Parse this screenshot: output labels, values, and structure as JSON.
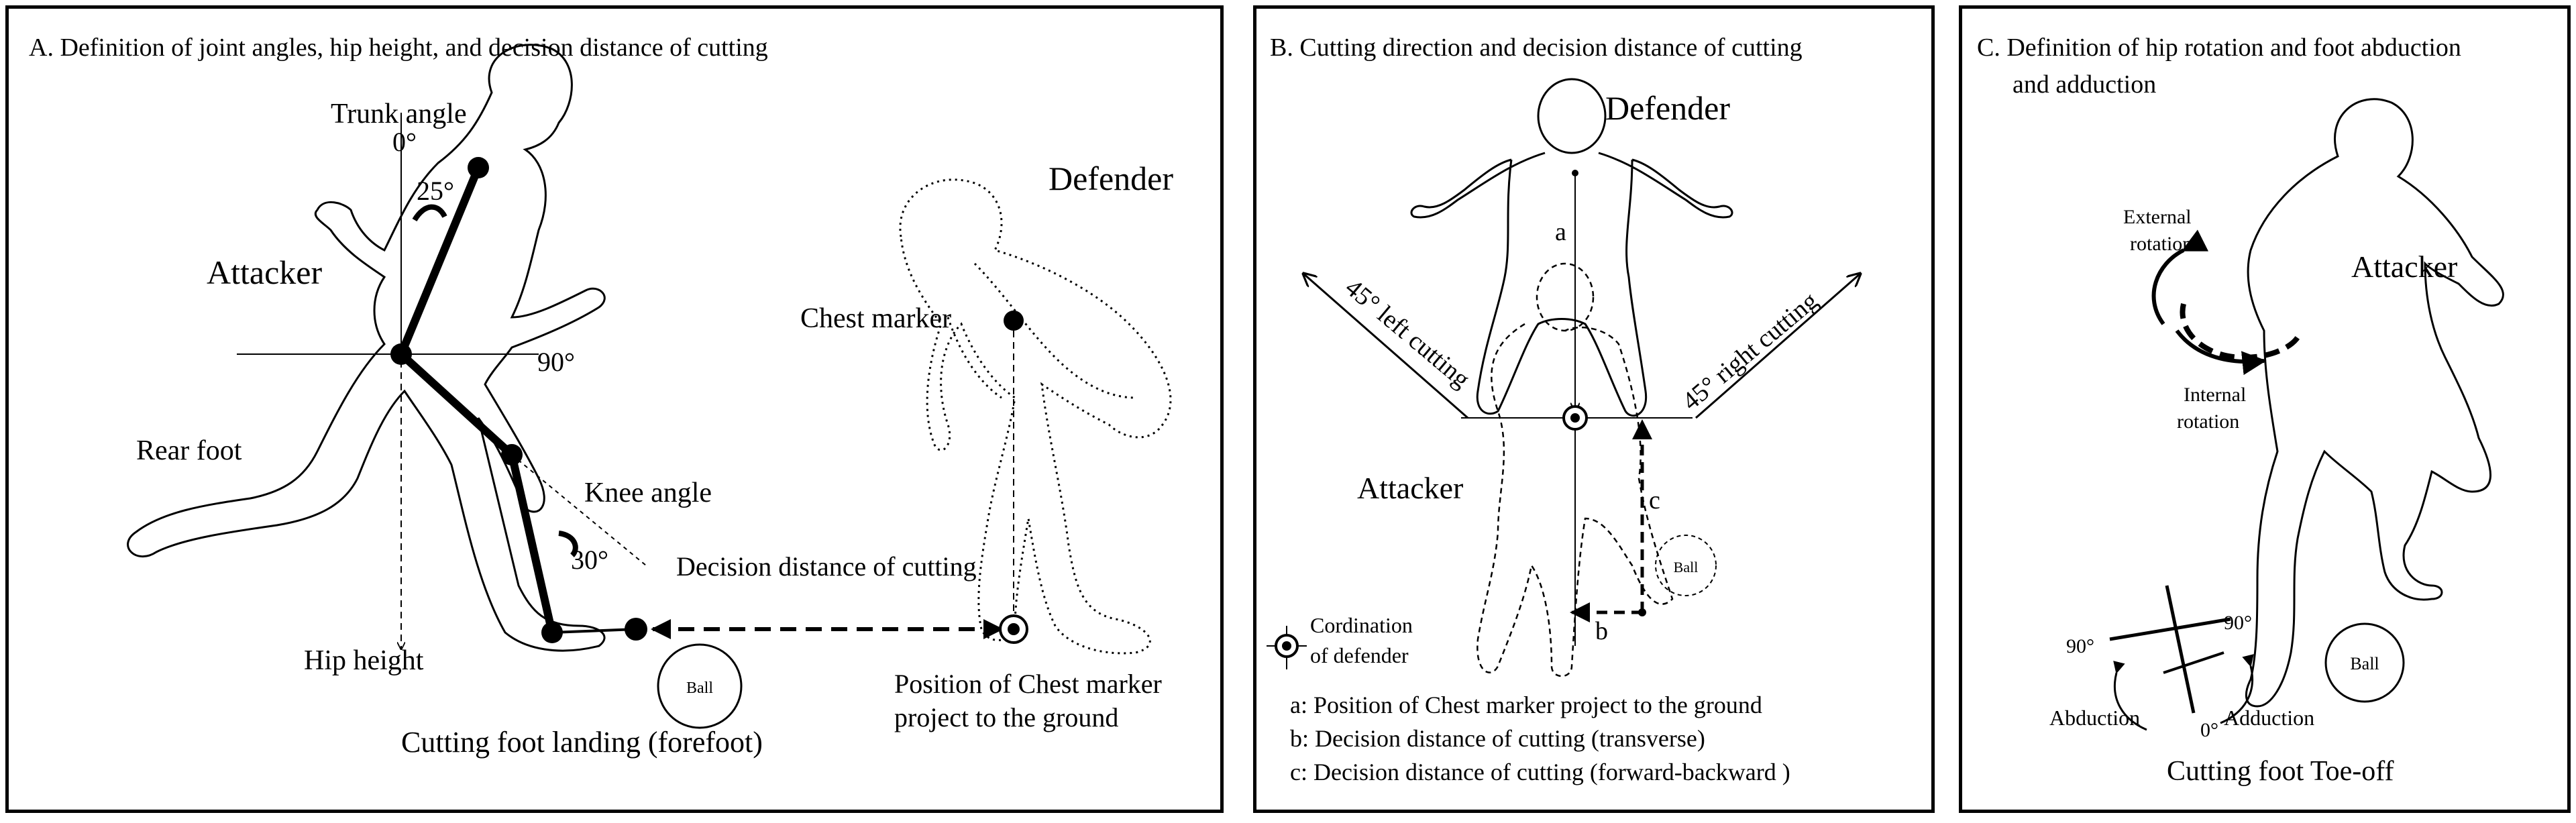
{
  "panels": {
    "a": {
      "title": "A. Definition  of joint angles, hip height, and decision distance of cutting",
      "labels": {
        "trunk_angle": "Trunk angle",
        "zero_deg": "0°",
        "deg_25": "25°",
        "attacker": "Attacker",
        "deg_90": "90°",
        "rear_foot": "Rear foot",
        "knee_angle": "Knee angle",
        "deg_30": "30°",
        "hip_height": "Hip height",
        "ball": "Ball",
        "cutting_foot_landing": "Cutting foot landing  (forefoot)",
        "defender": "Defender",
        "chest_marker": "Chest marker",
        "decision_distance": "Decision distance of cutting",
        "position_chest_1": "Position of Chest marker",
        "position_chest_2": "project to the ground"
      }
    },
    "b": {
      "title": "B.  Cutting direction and decision distance of  cutting",
      "labels": {
        "defender": "Defender",
        "a": "a",
        "b": "b",
        "c": "c",
        "left_cutting": "45° left cutting",
        "right_cutting": "45° right cutting",
        "attacker": "Attacker",
        "ball": "Ball",
        "cordination_1": "Cordination",
        "cordination_2": "of defender",
        "legend_a": "a: Position of Chest marker project to the ground",
        "legend_b": "b: Decision distance of cutting (transverse)",
        "legend_c": "c: Decision distance of cutting (forward-backward )"
      }
    },
    "c": {
      "title_1": "C.  Definition of hip rotation and foot abduction",
      "title_2": "and adduction",
      "labels": {
        "external_1": "External",
        "external_2": "rotation",
        "attacker": "Attacker",
        "internal_1": "Internal",
        "internal_2": "rotation",
        "deg_90_left": "90°",
        "deg_90_right": "90°",
        "ball": "Ball",
        "abduction": "Abduction",
        "zero_deg": "0°",
        "adduction": "Adduction",
        "cutting_foot_toeoff": "Cutting foot Toe-off"
      }
    }
  }
}
